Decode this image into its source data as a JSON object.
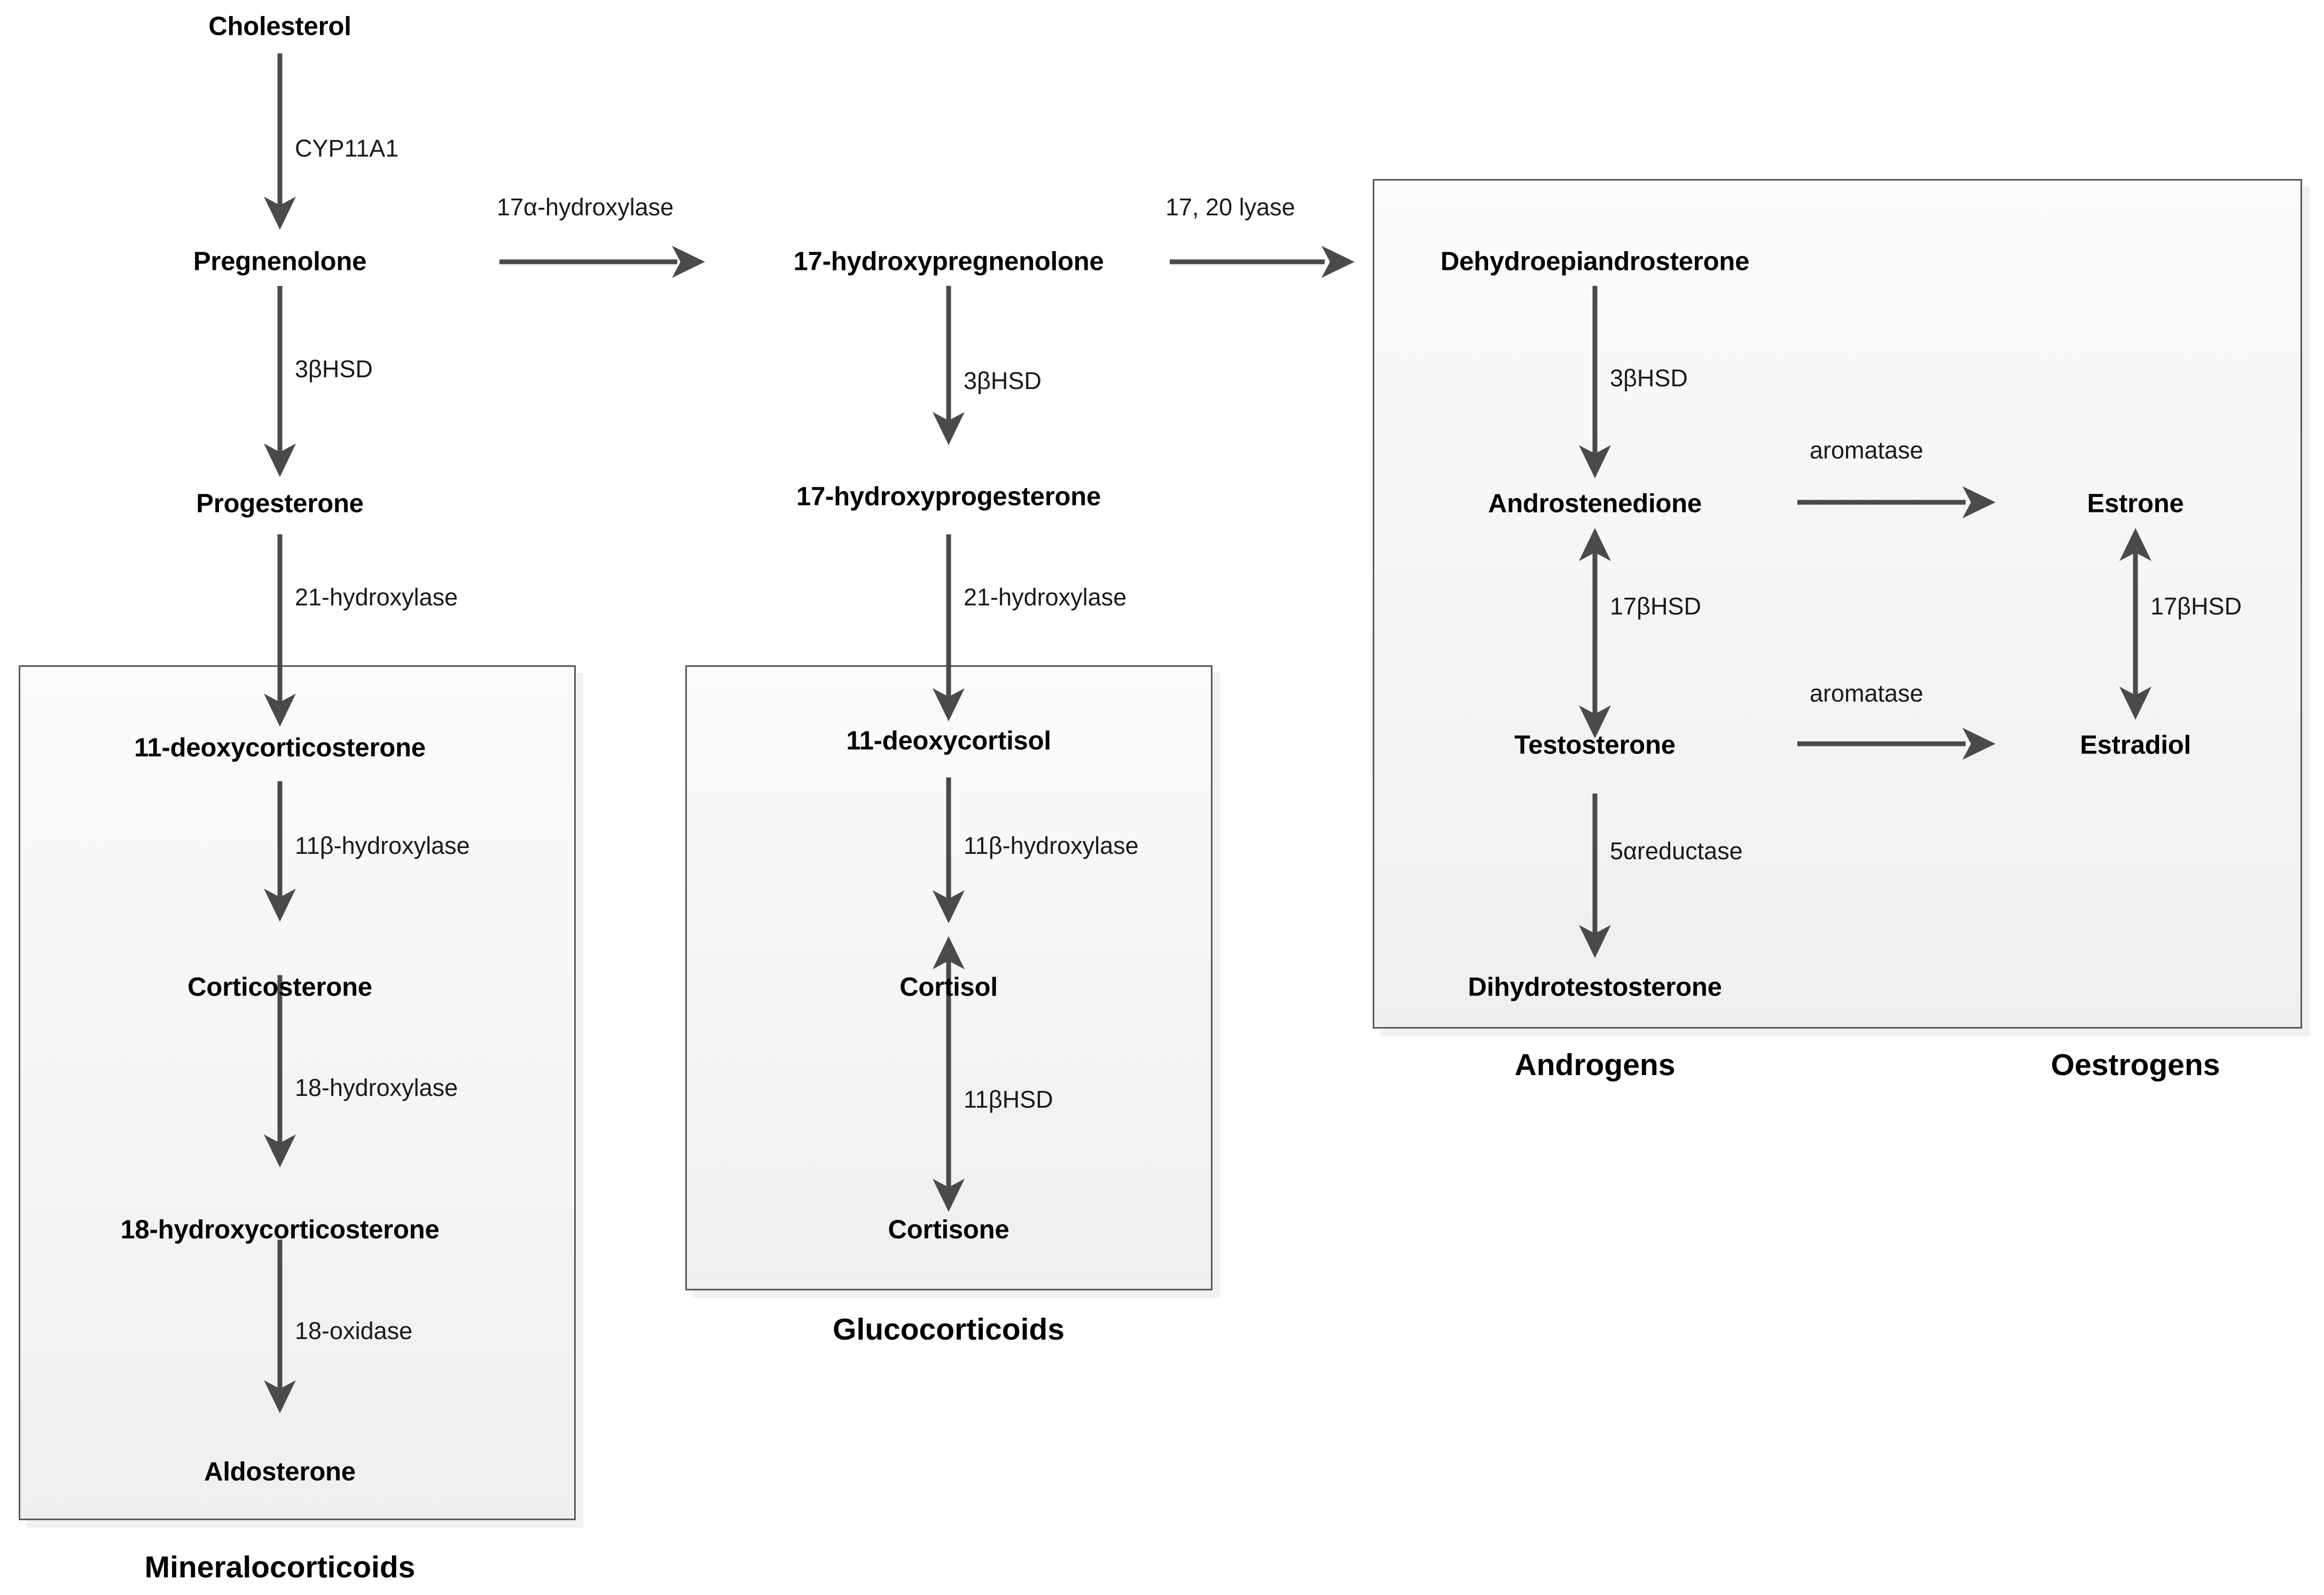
{
  "diagram": {
    "title": "Steroidogenesis pathway",
    "background_color": "#ffffff",
    "arrow_color": "#4a4a4a",
    "box_fill_color": "#f2f2f2",
    "box_border_color": "#595959"
  },
  "compounds": {
    "cholesterol": "Cholesterol",
    "pregnenolone": "Pregnenolone",
    "progesterone": "Progesterone",
    "deoxycorticosterone": "11-deoxycorticosterone",
    "corticosterone": "Corticosterone",
    "hydroxycorticosterone": "18-hydroxycorticosterone",
    "aldosterone": "Aldosterone",
    "hydroxypregnenolone": "17-hydroxypregnenolone",
    "hydroxyprogesterone": "17-hydroxyprogesterone",
    "deoxycortisol": "11-deoxycortisol",
    "cortisol": "Cortisol",
    "cortisone": "Cortisone",
    "dhea": "Dehydroepiandrosterone",
    "androstenedione": "Androstenedione",
    "testosterone": "Testosterone",
    "dihydrotestosterone": "Dihydrotestosterone",
    "estrone": "Estrone",
    "estradiol": "Estradiol"
  },
  "enzymes": {
    "cyp11a1": "CYP11A1",
    "hsd3b_left": "3βHSD",
    "hsd3b_mid": "3βHSD",
    "hsd3b_right": "3βHSD",
    "hydroxylase17a": "17α-hydroxylase",
    "lyase_17_20": "17, 20  lyase",
    "hydroxylase21_left": "21-hydroxylase",
    "hydroxylase21_mid": "21-hydroxylase",
    "hydroxylase11b_left": "11β-hydroxylase",
    "hydroxylase11b_mid": "11β-hydroxylase",
    "hydroxylase18": "18-hydroxylase",
    "oxidase18": "18-oxidase",
    "hsd11b": "11βHSD",
    "hsd17b_androgen": "17βHSD",
    "hsd17b_oestrogen": "17βHSD",
    "aromatase_estrone": "aromatase",
    "aromatase_estradiol": "aromatase",
    "reductase5a": "5αreductase"
  },
  "groups": {
    "mineralocorticoids": "Mineralocorticoids",
    "glucocorticoids": "Glucocorticoids",
    "androgens": "Androgens",
    "oestrogens": "Oestrogens"
  },
  "chart_data": {
    "type": "diagram",
    "title": "Steroidogenesis pathway",
    "nodes": [
      "Cholesterol",
      "Pregnenolone",
      "Progesterone",
      "11-deoxycorticosterone",
      "Corticosterone",
      "18-hydroxycorticosterone",
      "Aldosterone",
      "17-hydroxypregnenolone",
      "17-hydroxyprogesterone",
      "11-deoxycortisol",
      "Cortisol",
      "Cortisone",
      "Dehydroepiandrosterone",
      "Androstenedione",
      "Testosterone",
      "Dihydrotestosterone",
      "Estrone",
      "Estradiol"
    ],
    "edges": [
      {
        "from": "Cholesterol",
        "to": "Pregnenolone",
        "label": "CYP11A1",
        "direction": "down"
      },
      {
        "from": "Pregnenolone",
        "to": "Progesterone",
        "label": "3βHSD",
        "direction": "down"
      },
      {
        "from": "Progesterone",
        "to": "11-deoxycorticosterone",
        "label": "21-hydroxylase",
        "direction": "down"
      },
      {
        "from": "11-deoxycorticosterone",
        "to": "Corticosterone",
        "label": "11β-hydroxylase",
        "direction": "down"
      },
      {
        "from": "Corticosterone",
        "to": "18-hydroxycorticosterone",
        "label": "18-hydroxylase",
        "direction": "down"
      },
      {
        "from": "18-hydroxycorticosterone",
        "to": "Aldosterone",
        "label": "18-oxidase",
        "direction": "down"
      },
      {
        "from": "Pregnenolone",
        "to": "17-hydroxypregnenolone",
        "label": "17α-hydroxylase",
        "direction": "right"
      },
      {
        "from": "17-hydroxypregnenolone",
        "to": "17-hydroxyprogesterone",
        "label": "3βHSD",
        "direction": "down"
      },
      {
        "from": "17-hydroxyprogesterone",
        "to": "11-deoxycortisol",
        "label": "21-hydroxylase",
        "direction": "down"
      },
      {
        "from": "11-deoxycortisol",
        "to": "Cortisol",
        "label": "11β-hydroxylase",
        "direction": "down"
      },
      {
        "from": "Cortisol",
        "to": "Cortisone",
        "label": "11βHSD",
        "direction": "bidirectional"
      },
      {
        "from": "17-hydroxypregnenolone",
        "to": "Dehydroepiandrosterone",
        "label": "17, 20  lyase",
        "direction": "right"
      },
      {
        "from": "Dehydroepiandrosterone",
        "to": "Androstenedione",
        "label": "3βHSD",
        "direction": "down"
      },
      {
        "from": "Androstenedione",
        "to": "Testosterone",
        "label": "17βHSD",
        "direction": "bidirectional"
      },
      {
        "from": "Testosterone",
        "to": "Dihydrotestosterone",
        "label": "5αreductase",
        "direction": "down"
      },
      {
        "from": "Androstenedione",
        "to": "Estrone",
        "label": "aromatase",
        "direction": "right"
      },
      {
        "from": "Testosterone",
        "to": "Estradiol",
        "label": "aromatase",
        "direction": "right"
      },
      {
        "from": "Estrone",
        "to": "Estradiol",
        "label": "17βHSD",
        "direction": "bidirectional"
      }
    ],
    "groups": [
      {
        "label": "Mineralocorticoids",
        "members": [
          "11-deoxycorticosterone",
          "Corticosterone",
          "18-hydroxycorticosterone",
          "Aldosterone"
        ]
      },
      {
        "label": "Glucocorticoids",
        "members": [
          "11-deoxycortisol",
          "Cortisol",
          "Cortisone"
        ]
      },
      {
        "label": "Androgens",
        "members": [
          "Dehydroepiandrosterone",
          "Androstenedione",
          "Testosterone",
          "Dihydrotestosterone"
        ]
      },
      {
        "label": "Oestrogens",
        "members": [
          "Estrone",
          "Estradiol"
        ]
      }
    ]
  }
}
